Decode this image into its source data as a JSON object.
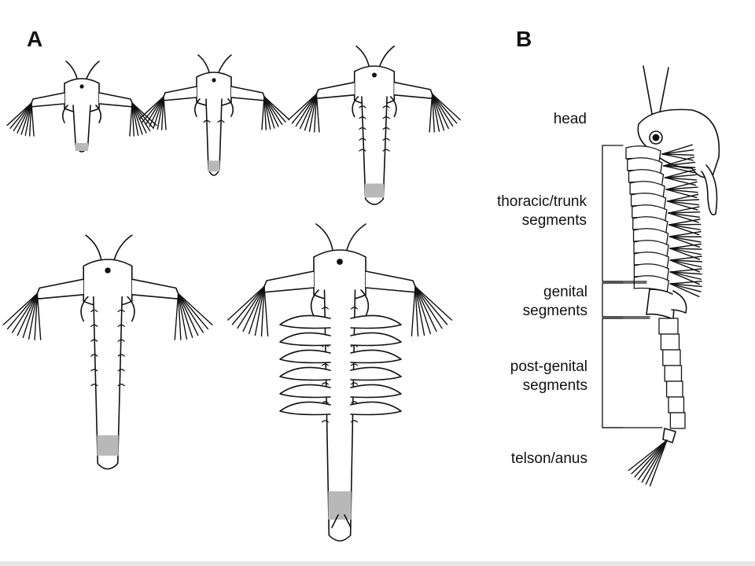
{
  "panels": {
    "a": "A",
    "b": "B"
  },
  "labels": {
    "head": "head",
    "thoracic": "thoracic/trunk segments",
    "genital": "genital segments",
    "postgenital": "post-genital segments",
    "telson": "telson/anus"
  },
  "colors": {
    "line": "#111111",
    "shade": "#b8b8b8",
    "background": "#ffffff"
  }
}
